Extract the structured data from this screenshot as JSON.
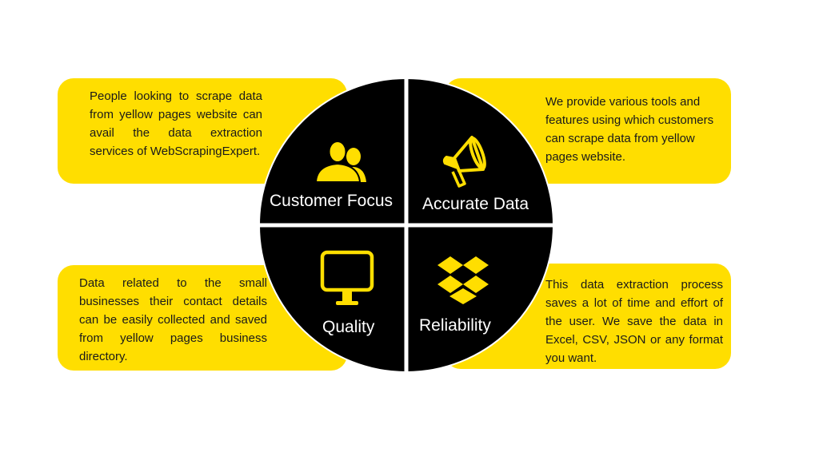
{
  "quadrants": {
    "customer_focus": {
      "label": "Customer Focus",
      "icon": "users-icon",
      "description": "People looking to scrape data from yellow pages website can avail the data extraction services of WebScrapingExpert."
    },
    "accurate_data": {
      "label": "Accurate Data",
      "icon": "megaphone-icon",
      "description": "We provide various tools and features using which customers can scrape data from yellow pages website."
    },
    "quality": {
      "label": "Quality",
      "icon": "monitor-icon",
      "description": "Data related to the small businesses their contact details can be easily collected and saved from yellow pages business directory."
    },
    "reliability": {
      "label": "Reliability",
      "icon": "dropbox-icon",
      "description": "This data extraction process saves a lot of time and effort of the user.  We save the data in Excel, CSV, JSON or any format you want."
    }
  },
  "colors": {
    "accent": "#FFDE00",
    "circle": "#000000",
    "label_text": "#FFFFFF"
  }
}
